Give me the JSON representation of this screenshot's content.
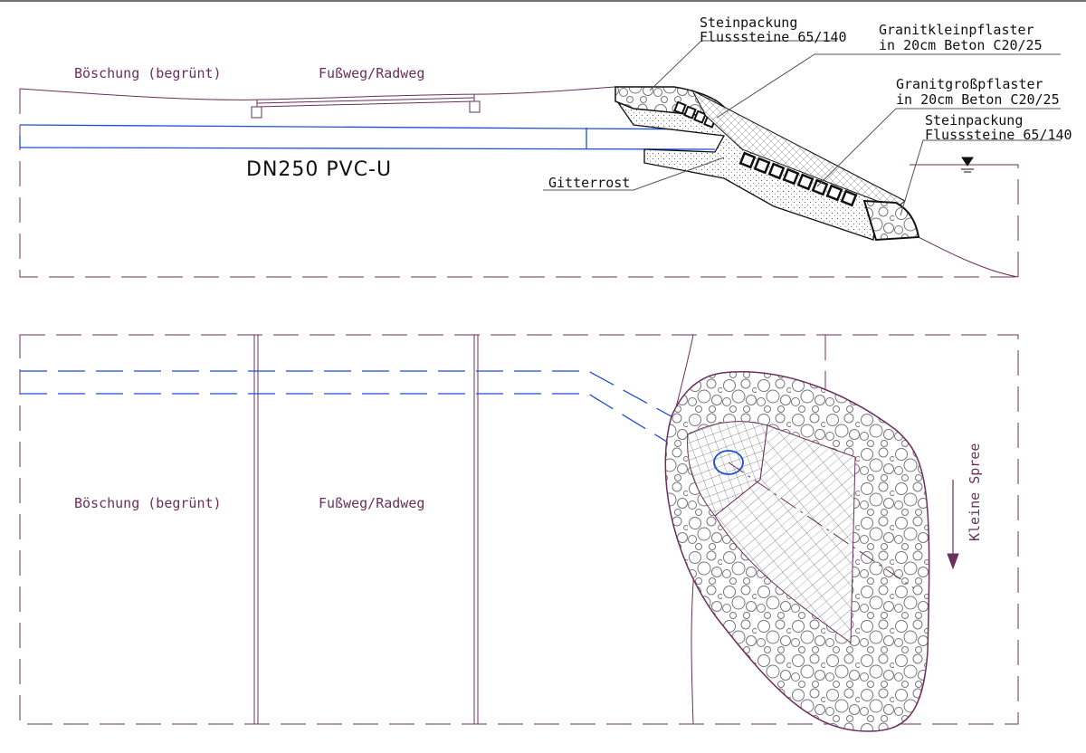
{
  "colors": {
    "boundary": "#6b2f5e",
    "pipe": "#1f4fd6",
    "ink": "#111111"
  },
  "section_view": {
    "label_boeschung": "Böschung (begrünt)",
    "label_fussweg": "Fußweg/Radweg",
    "pipe_label": "DN250 PVC-U",
    "callout_steinpackung_top": [
      "Steinpackung",
      "Flusssteine 65/140"
    ],
    "callout_granitklein": [
      "Granitkleinpflaster",
      "in 20cm Beton C20/25"
    ],
    "callout_granitgross": [
      "Granitgroßpflaster",
      "in 20cm Beton C20/25"
    ],
    "callout_steinpackung_bottom": [
      "Steinpackung",
      "Flusssteine 65/140"
    ],
    "callout_gitterrost": "Gitterrost"
  },
  "plan_view": {
    "label_boeschung": "Böschung (begrünt)",
    "label_fussweg": "Fußweg/Radweg",
    "river_label": "Kleine Spree"
  },
  "icons": [
    "water-level-icon",
    "flow-direction-arrow-icon"
  ]
}
